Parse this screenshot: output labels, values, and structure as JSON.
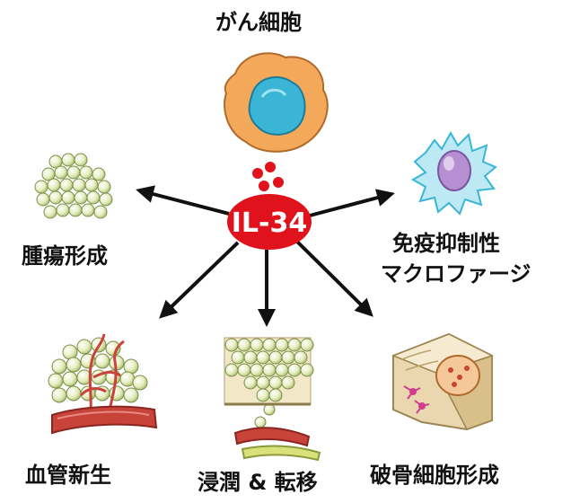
{
  "center": {
    "label": "IL-34",
    "color": "#e0121b"
  },
  "cells": {
    "cancer": "がん細胞",
    "tumor": "腫瘍形成",
    "macrophage_line1": "免疫抑制性",
    "macrophage_line2": "マクロファージ",
    "angiogenesis": "血管新生",
    "invasion": "浸潤 & 転移",
    "osteoclast": "破骨細胞形成"
  },
  "colors": {
    "arrow": "#111111",
    "cell_orange": "#f4a95a",
    "cell_nucleus": "#3ab5d6",
    "cell_green": "#bcd58a",
    "vessel_red": "#c8443a",
    "bone": "#ead7b0",
    "macrophage_purple": "#b58fd1"
  },
  "icons": [
    "cancer-cell-icon",
    "tumor-cluster-icon",
    "macrophage-icon",
    "angiogenesis-icon",
    "invasion-icon",
    "osteoclast-icon"
  ]
}
